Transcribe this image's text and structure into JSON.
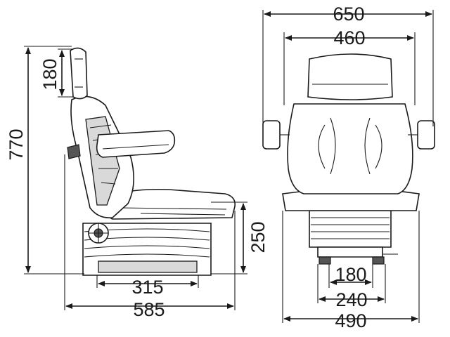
{
  "dimensions": {
    "side_headrest_height": "180",
    "side_total_height": "770",
    "side_base_height": "250",
    "side_base_depth": "315",
    "side_total_depth": "585",
    "front_total_width": "650",
    "front_seat_width": "460",
    "front_mount_inner": "180",
    "front_mount_outer": "240",
    "front_base_width": "490"
  },
  "colors": {
    "line": "#1a1a1a",
    "shade": "#d9d9d9",
    "background": "#ffffff"
  }
}
